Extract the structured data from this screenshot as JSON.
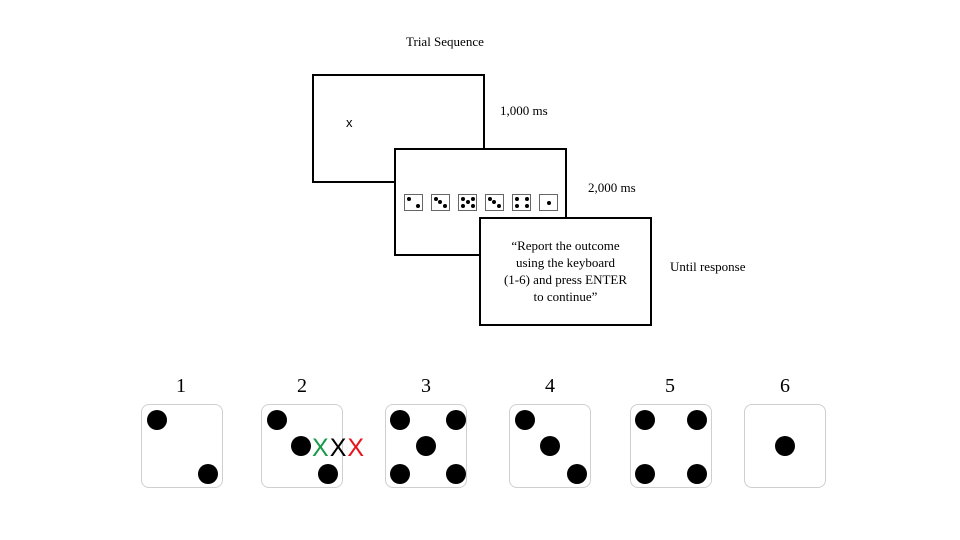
{
  "title": "Trial Sequence",
  "screens": [
    {
      "content": "x",
      "duration": "1,000 ms"
    },
    {
      "content": "dice row",
      "duration": "2,000 ms"
    },
    {
      "content": "“Report the outcome using the keyboard (1-6) and press ENTER to continue”",
      "duration": "Until response"
    }
  ],
  "prompt_lines": [
    "“Report the outcome",
    "using the keyboard",
    "(1-6) and press ENTER",
    "to continue”"
  ],
  "mini_dice": [
    2,
    3,
    5,
    3,
    4,
    1
  ],
  "response_options": [
    {
      "label": "1",
      "pips": 2
    },
    {
      "label": "2",
      "pips": 3
    },
    {
      "label": "3",
      "pips": 5
    },
    {
      "label": "4",
      "pips": 3
    },
    {
      "label": "5",
      "pips": 4
    },
    {
      "label": "6",
      "pips": 1
    }
  ],
  "marks": {
    "glyphs": [
      "X",
      "X",
      "X"
    ],
    "colors": [
      "#1a9a4a",
      "#000000",
      "#e8141b"
    ]
  }
}
